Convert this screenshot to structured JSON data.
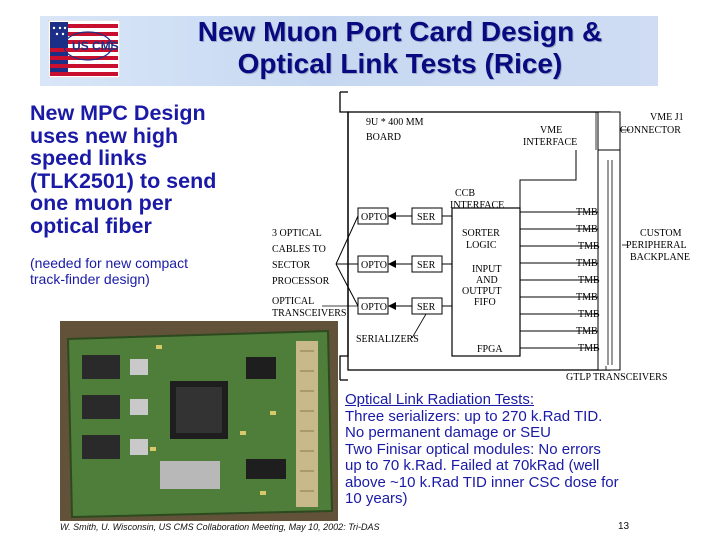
{
  "title": {
    "line1": "New Muon Port Card Design &",
    "line2": "Optical Link Tests (Rice)"
  },
  "logo": {
    "text": "US CMS"
  },
  "left": {
    "lines": [
      "New MPC Design",
      "uses new high",
      "speed links",
      "(TLK2501) to send",
      "one muon per",
      "optical fiber"
    ],
    "sub_lines": [
      "(needed for new compact",
      "track-finder design)"
    ]
  },
  "diagram": {
    "board": [
      "9U * 400 MM",
      "BOARD"
    ],
    "vme_interface": [
      "VME",
      "INTERFACE"
    ],
    "vme_j1": [
      "VME  J1",
      "CONNECTOR"
    ],
    "ccb": [
      "CCB",
      "INTERFACE"
    ],
    "sorter": [
      "SORTER",
      "LOGIC"
    ],
    "io_fifo": [
      "INPUT",
      "AND",
      "OUTPUT",
      "FIFO"
    ],
    "fpga": "FPGA",
    "opto": "OPTO",
    "ser": "SER",
    "cables": [
      "3  OPTICAL",
      "CABLES TO",
      "SECTOR",
      "PROCESSOR"
    ],
    "transceivers": [
      "OPTICAL",
      "TRANSCEIVERS"
    ],
    "serializers": "SERIALIZERS",
    "tmb": "TMB",
    "custom": [
      "CUSTOM",
      "PERIPHERAL",
      "BACKPLANE"
    ],
    "gtlp": "GTLP  TRANSCEIVERS"
  },
  "radiation": {
    "heading": "Optical Link Radiation Tests:",
    "lines": [
      "Three serializers: up to 270 k.Rad TID.",
      "No permanent damage or SEU",
      "Two Finisar optical modules: No errors",
      "up to 70 k.Rad. Failed at 70kRad (well",
      "above ~10 k.Rad TID inner CSC dose for",
      "10 years)"
    ]
  },
  "footer": "W. Smith, U. Wisconsin, US CMS Collaboration Meeting, May 10, 2002: Tri-DAS",
  "page_number": "13",
  "colors": {
    "title": "#0a0a80",
    "body_text": "#1a1aa6",
    "pcb_green": "#4f7d3a"
  }
}
